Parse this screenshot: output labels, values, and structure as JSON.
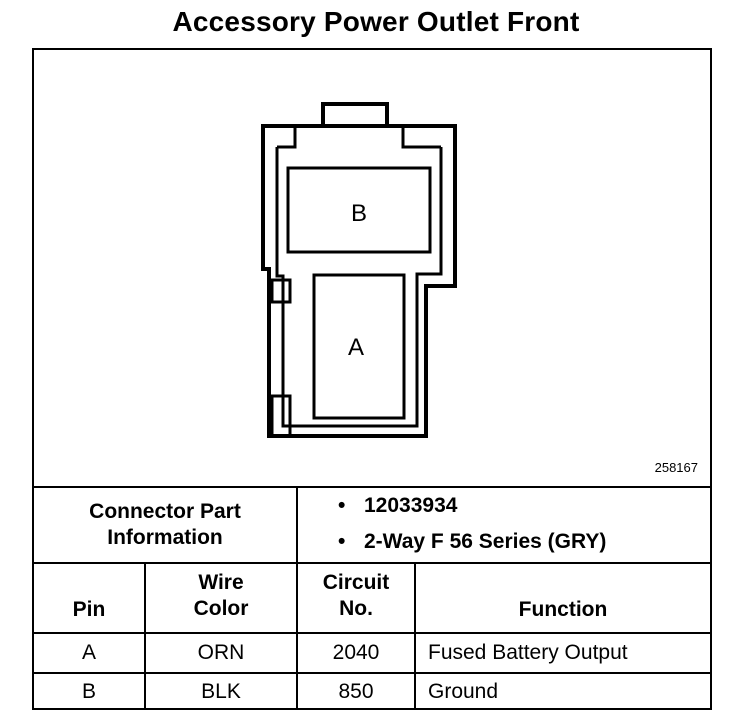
{
  "title": "Accessory Power Outlet Front",
  "figure_number": "258167",
  "connector": {
    "cavity_labels": [
      "B",
      "A"
    ]
  },
  "part_info": {
    "label_line1": "Connector Part",
    "label_line2": "Information",
    "bullets": [
      "12033934",
      "2-Way F 56 Series (GRY)"
    ]
  },
  "table": {
    "headers": {
      "pin": "Pin",
      "wire_color_line1": "Wire",
      "wire_color_line2": "Color",
      "circuit_line1": "Circuit",
      "circuit_line2": "No.",
      "function": "Function"
    },
    "rows": [
      {
        "pin": "A",
        "wire_color": "ORN",
        "circuit": "2040",
        "function": "Fused Battery Output"
      },
      {
        "pin": "B",
        "wire_color": "BLK",
        "circuit": "850",
        "function": "Ground"
      }
    ]
  }
}
